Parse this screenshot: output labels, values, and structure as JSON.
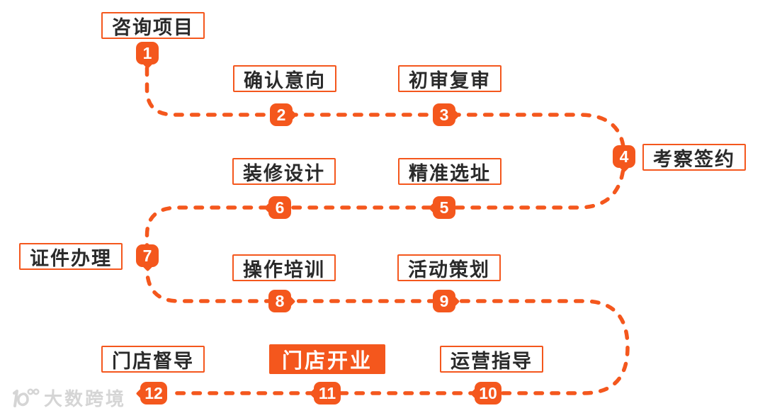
{
  "colors": {
    "accent_orange": "#F4571D",
    "label_text": "#2A2A2A",
    "badge_text": "#FFFFFF",
    "background": "#FFFFFF",
    "watermark_gray": "#C7C7C7"
  },
  "diagram": {
    "type": "franchise-process-flow",
    "line_style": "dashed-orange-snake-path",
    "steps": [
      {
        "num": "1",
        "label": "咨询项目",
        "highlighted": false
      },
      {
        "num": "2",
        "label": "确认意向",
        "highlighted": false
      },
      {
        "num": "3",
        "label": "初审复审",
        "highlighted": false
      },
      {
        "num": "4",
        "label": "考察签约",
        "highlighted": false
      },
      {
        "num": "5",
        "label": "精准选址",
        "highlighted": false
      },
      {
        "num": "6",
        "label": "装修设计",
        "highlighted": false
      },
      {
        "num": "7",
        "label": "证件办理",
        "highlighted": false
      },
      {
        "num": "8",
        "label": "操作培训",
        "highlighted": false
      },
      {
        "num": "9",
        "label": "活动策划",
        "highlighted": false
      },
      {
        "num": "10",
        "label": "运营指导",
        "highlighted": false
      },
      {
        "num": "11",
        "label": "门店开业",
        "highlighted": true
      },
      {
        "num": "12",
        "label": "门店督导",
        "highlighted": false
      }
    ]
  },
  "watermark": {
    "icon": "ten-to-hundred-logo",
    "text": "大数跨境"
  }
}
